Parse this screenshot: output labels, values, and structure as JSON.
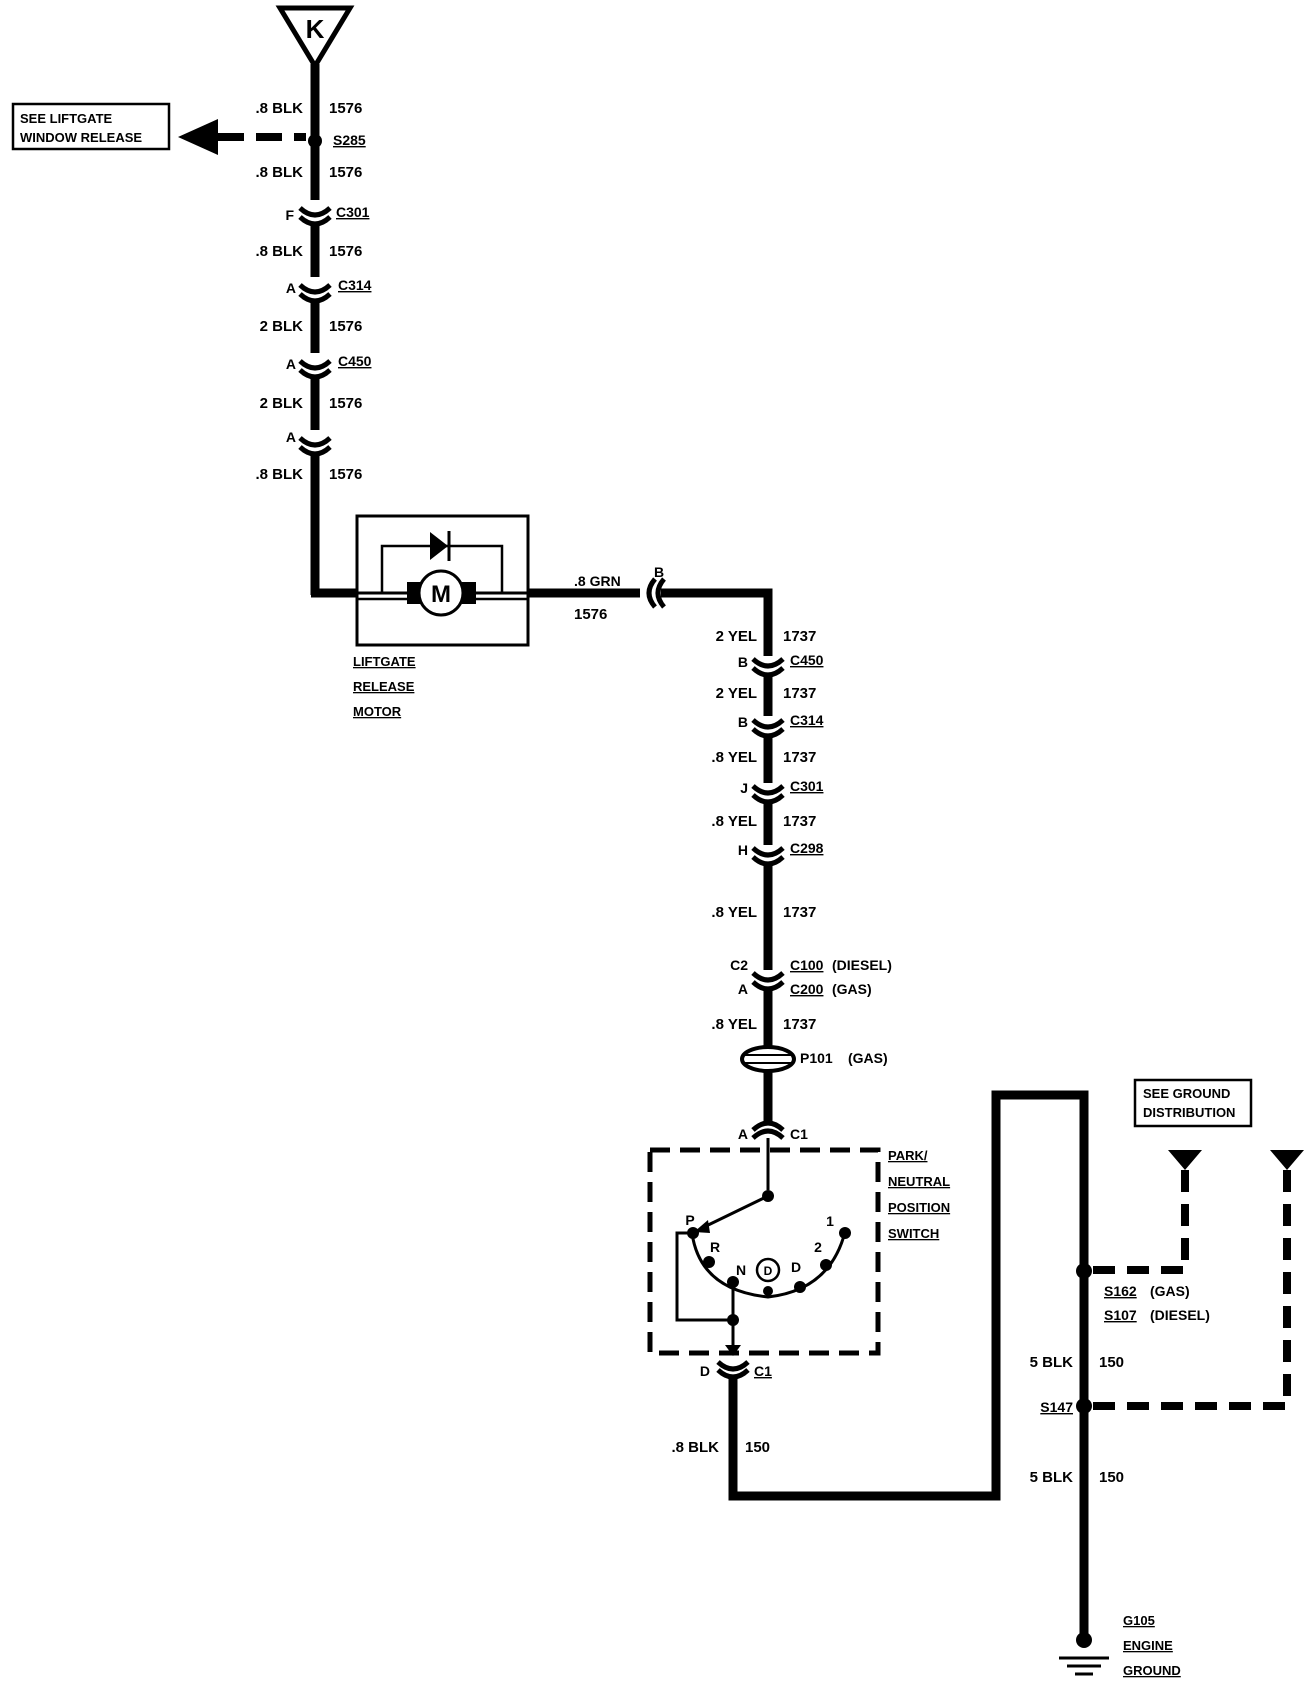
{
  "top_terminal": "K",
  "see_liftgate": {
    "line1": "SEE LIFTGATE",
    "line2": "WINDOW RELEASE"
  },
  "splice_s285": "S285",
  "upper_circuit": "1576",
  "upper_wires": [
    ".8 BLK",
    ".8 BLK",
    ".8 BLK",
    "2 BLK",
    "2 BLK",
    ".8 BLK"
  ],
  "upper_connectors": [
    {
      "pin": "F",
      "name": "C301"
    },
    {
      "pin": "A",
      "name": "C314"
    },
    {
      "pin": "A",
      "name": "C450"
    },
    {
      "pin": "A",
      "name": ""
    }
  ],
  "motor": {
    "symbol": "M",
    "label": [
      "LIFTGATE",
      "RELEASE",
      "MOTOR"
    ]
  },
  "grn_wire": {
    "gauge": ".8 GRN",
    "circuit": "1576",
    "pin": "B"
  },
  "yel_circuit": "1737",
  "yel_wires": [
    "2 YEL",
    "2 YEL",
    ".8 YEL",
    ".8 YEL",
    ".8 YEL",
    ".8 YEL"
  ],
  "yel_connectors": [
    {
      "pin": "B",
      "name": "C450"
    },
    {
      "pin": "B",
      "name": "C314"
    },
    {
      "pin": "J",
      "name": "C301"
    },
    {
      "pin": "H",
      "name": "C298"
    }
  ],
  "c100": {
    "pin": "C2",
    "name": "C100",
    "note": "(DIESEL)"
  },
  "c200": {
    "pin": "A",
    "name": "C200",
    "note": "(GAS)"
  },
  "p101": {
    "name": "P101",
    "note": "(GAS)"
  },
  "switch": {
    "top_pin": "A",
    "top_conn": "C1",
    "bottom_pin": "D",
    "bottom_conn": "C1",
    "label": [
      "PARK/",
      "NEUTRAL",
      "POSITION",
      "SWITCH"
    ],
    "positions": [
      "P",
      "R",
      "N",
      "D",
      "2",
      "1"
    ],
    "od_symbol": "D"
  },
  "lower_wire": {
    "gauge": ".8 BLK",
    "circuit": "150"
  },
  "see_ground": {
    "line1": "SEE GROUND",
    "line2": "DISTRIBUTION"
  },
  "splice_s162": {
    "name": "S162",
    "note": "(GAS)"
  },
  "splice_s107": {
    "name": "S107",
    "note": "(DIESEL)"
  },
  "splice_s147": "S147",
  "ground_wires": [
    "5 BLK",
    "5 BLK"
  ],
  "ground_circuit": "150",
  "ground": {
    "name": "G105",
    "line2": "ENGINE",
    "line3": "GROUND"
  }
}
